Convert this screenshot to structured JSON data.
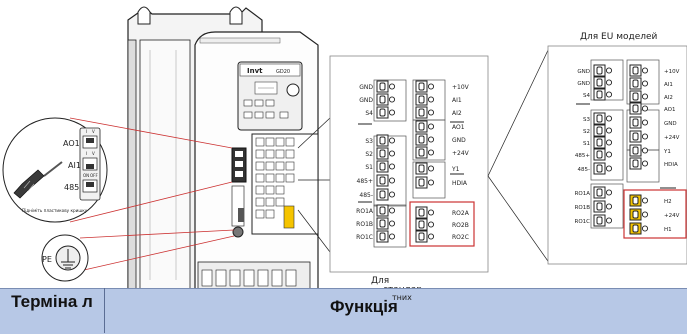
{
  "drive_labels": {
    "brand": "Invt",
    "model": "GD20",
    "switches": [
      "AO1",
      "AI1",
      "485"
    ],
    "switch_marks": [
      "I",
      "V",
      "I",
      "V",
      "ON",
      "OFF"
    ],
    "note": "Підніміть пластикову кришку",
    "pe": "PE"
  },
  "standard_panel": {
    "caption_line1": "Для",
    "caption_line2": "стандар",
    "caption_line3": "тних",
    "left_labels": [
      "GND",
      "GND",
      "S4",
      "S3",
      "S2",
      "S1",
      "485+",
      "485-",
      "RO1A",
      "RO1B",
      "RO1C"
    ],
    "right_labels": [
      "+10V",
      "AI1",
      "AI2",
      "AO1",
      "GND",
      "+24V",
      "Y1",
      "HDIA",
      "RO2A",
      "RO2B",
      "RO2C"
    ]
  },
  "eu_panel": {
    "title": "Для EU моделей",
    "left_labels": [
      "GND",
      "GND",
      "S4",
      "S3",
      "S2",
      "S1",
      "485+",
      "485-",
      "RO1A",
      "RO1B",
      "RO1C"
    ],
    "right_labels": [
      "+10V",
      "AI1",
      "AI2",
      "AO1",
      "GND",
      "+24V",
      "Y1",
      "HDIA",
      "H2",
      "+24V",
      "H1"
    ]
  },
  "table_header": {
    "terminal": "Терміна л",
    "function": "Функція"
  },
  "colors": {
    "header_bg": "#b7c8e6",
    "highlight_box": "#cc3333",
    "sto_terminal": "#f5c400"
  }
}
